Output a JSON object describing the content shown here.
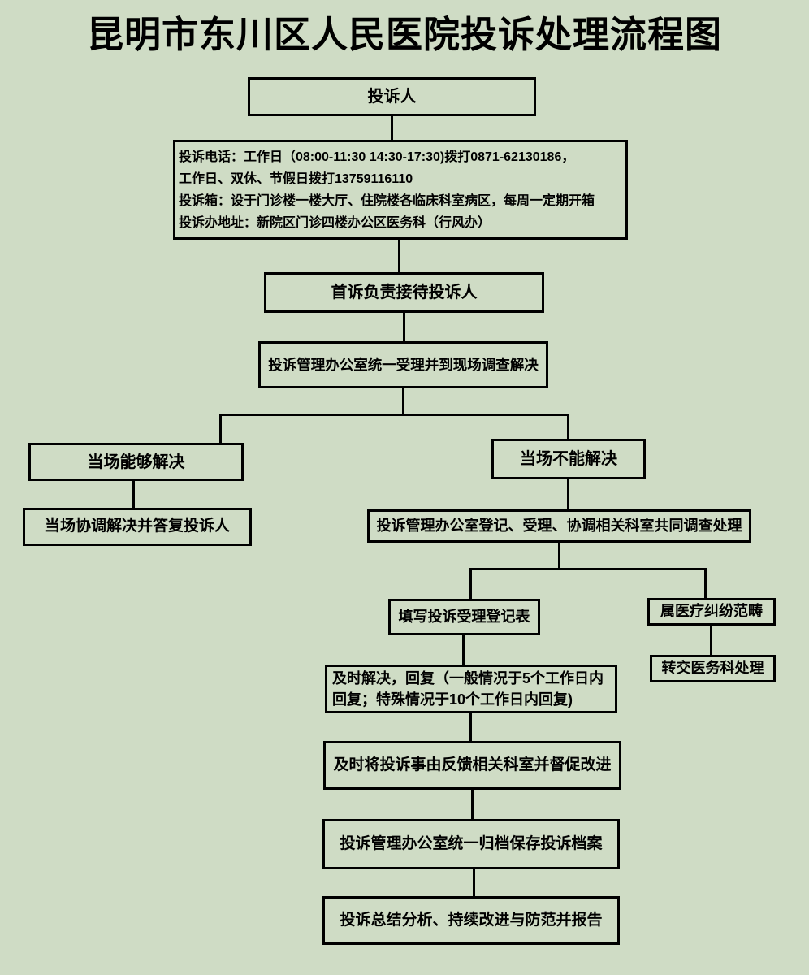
{
  "title": "昆明市东川区人民医院投诉处理流程图",
  "colors": {
    "background": "#cfdcc5",
    "border": "#000000",
    "text": "#000000"
  },
  "nodes": {
    "complainant": {
      "label": "投诉人"
    },
    "contact": {
      "lines": [
        "投诉电话：工作日（08:00-11:30 14:30-17:30)拨打0871-62130186，",
        "工作日、双休、节假日拨打13759116110",
        "投诉箱：设于门诊楼一楼大厅、住院楼各临床科室病区，每周一定期开箱",
        "投诉办地址：新院区门诊四楼办公区医务科（行风办）"
      ]
    },
    "first_response": {
      "label": "首诉负责接待投诉人"
    },
    "unified_acceptance": {
      "label": "投诉管理办公室统一受理并到现场调查解决"
    },
    "resolvable_onsite": {
      "label": "当场能够解决"
    },
    "not_resolvable_onsite": {
      "label": "当场不能解决"
    },
    "coordinate_reply": {
      "label": "当场协调解决并答复投诉人"
    },
    "register_investigate": {
      "label": "投诉管理办公室登记、受理、协调相关科室共同调查处理"
    },
    "fill_form": {
      "label": "填写投诉受理登记表"
    },
    "medical_dispute": {
      "label": "属医疗纠纷范畴"
    },
    "transfer_medical": {
      "label": "转交医务科处理"
    },
    "timely_reply": {
      "lines": [
        "及时解决，回复（一般情况于5个工作日内",
        "回复；特殊情况于10个工作日内回复)"
      ]
    },
    "feedback_improve": {
      "label": "及时将投诉事由反馈相关科室并督促改进"
    },
    "archive": {
      "label": "投诉管理办公室统一归档保存投诉档案"
    },
    "summary_report": {
      "label": "投诉总结分析、持续改进与防范并报告"
    }
  }
}
